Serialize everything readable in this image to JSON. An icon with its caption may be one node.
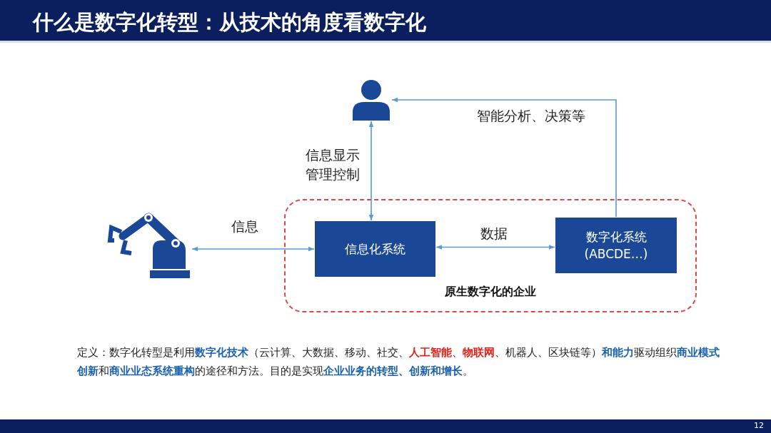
{
  "diagram": {
    "title": "什么是数字化转型：从技术的角度看数字化",
    "nodes": [
      {
        "text": [],
        "shape": "person"
      },
      {
        "text": [],
        "shape": "robot"
      },
      {
        "text": [
          "原生数字化的企业"
        ]
      },
      {
        "text": [
          "信息化系统"
        ],
        "in": 2
      },
      {
        "text": [
          "数字化系统 (ABCDE…)"
        ],
        "in": 2
      }
    ],
    "edges": [
      {
        "from": 1,
        "to": 3,
        "arrow": "both",
        "label": "信息"
      },
      {
        "from": 3,
        "to": 4,
        "arrow": "both",
        "label": "数据"
      },
      {
        "from": 3,
        "to": 0,
        "arrow": "both",
        "label": "信息显示管理控制"
      },
      {
        "from": 4,
        "to": 0,
        "arrow": "to",
        "label": "智能分析、决策等"
      }
    ],
    "labels": [
      "定义：数字化转型是利用**数字化技术**（云计算、大数据、移动、社交、**人工智能**、**物联网**、机器人、区块链等）**和能力**驱动组织**商业模式创新**和**商业业态系统重构**的途径和方法。目的是实现**企业业务的转型、创新和增长**。",
      "12"
    ]
  }
}
